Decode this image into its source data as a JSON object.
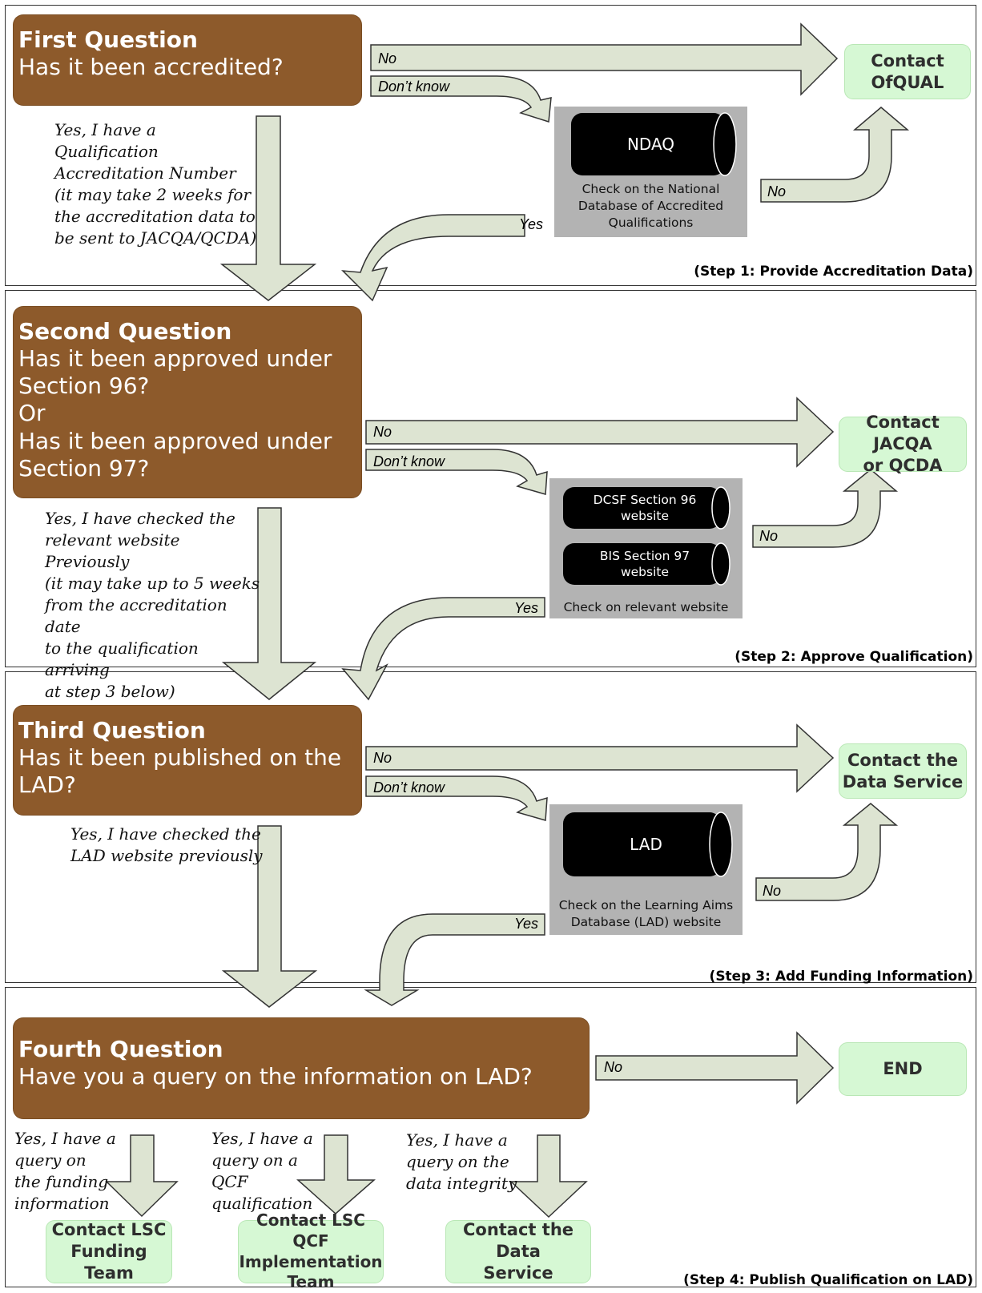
{
  "steps": [
    {
      "question_title": "First Question",
      "question_body": "Has it been accredited?",
      "yes_note": "Yes, I have a Qualification\nAccreditation Number\n(it may take 2 weeks for\nthe accreditation data to\nbe sent to JACQA/QCDA)",
      "no_label": "No",
      "dont_know_label": "Don’t know",
      "check_no_label": "No",
      "check_yes_label": "Yes",
      "database_name": "NDAQ",
      "check_caption": "Check on the National\nDatabase of Accredited\nQualifications",
      "contact": "Contact\nOfQUAL",
      "step_label": "(Step 1: Provide Accreditation Data)"
    },
    {
      "question_title": "Second Question",
      "question_body": "Has it been approved under\nSection 96?\nOr\nHas it been approved under\nSection 97?",
      "yes_note": "Yes, I have checked the\nrelevant website\nPreviously\n(it may take up to 5 weeks\nfrom the accreditation date\nto the qualification arriving\nat step 3 below)",
      "no_label": "No",
      "dont_know_label": "Don’t know",
      "check_no_label": "No",
      "check_yes_label": "Yes",
      "database_name_1": "DCSF Section 96\nwebsite",
      "database_name_2": "BIS Section 97\nwebsite",
      "check_caption": "Check on relevant website",
      "contact": "Contact JACQA\nor QCDA",
      "step_label": "(Step 2: Approve Qualification)"
    },
    {
      "question_title": "Third Question",
      "question_body": "Has it been published on the\nLAD?",
      "yes_note": "Yes, I have checked the\nLAD website previously",
      "no_label": "No",
      "dont_know_label": "Don’t know",
      "check_no_label": "No",
      "check_yes_label": "Yes",
      "database_name": "LAD",
      "check_caption": "Check on the Learning Aims\nDatabase (LAD) website",
      "contact": "Contact the\nData Service",
      "step_label": "(Step 3: Add Funding Information)"
    },
    {
      "question_title": "Fourth Question",
      "question_body": "Have you a query on the information on LAD?",
      "no_label": "No",
      "end": "END",
      "branches": [
        {
          "note": "Yes, I have a\nquery on\nthe funding\ninformation",
          "contact": "Contact LSC\nFunding Team"
        },
        {
          "note": "Yes, I have a\nquery on a\nQCF\nqualification",
          "contact": "Contact LSC QCF\nImplementation\nTeam"
        },
        {
          "note": "Yes, I have a\nquery on the\ndata integrity",
          "contact": "Contact the Data\nService"
        }
      ],
      "step_label": "(Step 4: Publish Qualification on LAD)"
    }
  ],
  "colors": {
    "question_fill": "#8d5a2b",
    "contact_fill": "#d6f8d4",
    "arrow_fill": "#dde4d2",
    "check_panel": "#b3b3b3",
    "database": "#000000"
  }
}
